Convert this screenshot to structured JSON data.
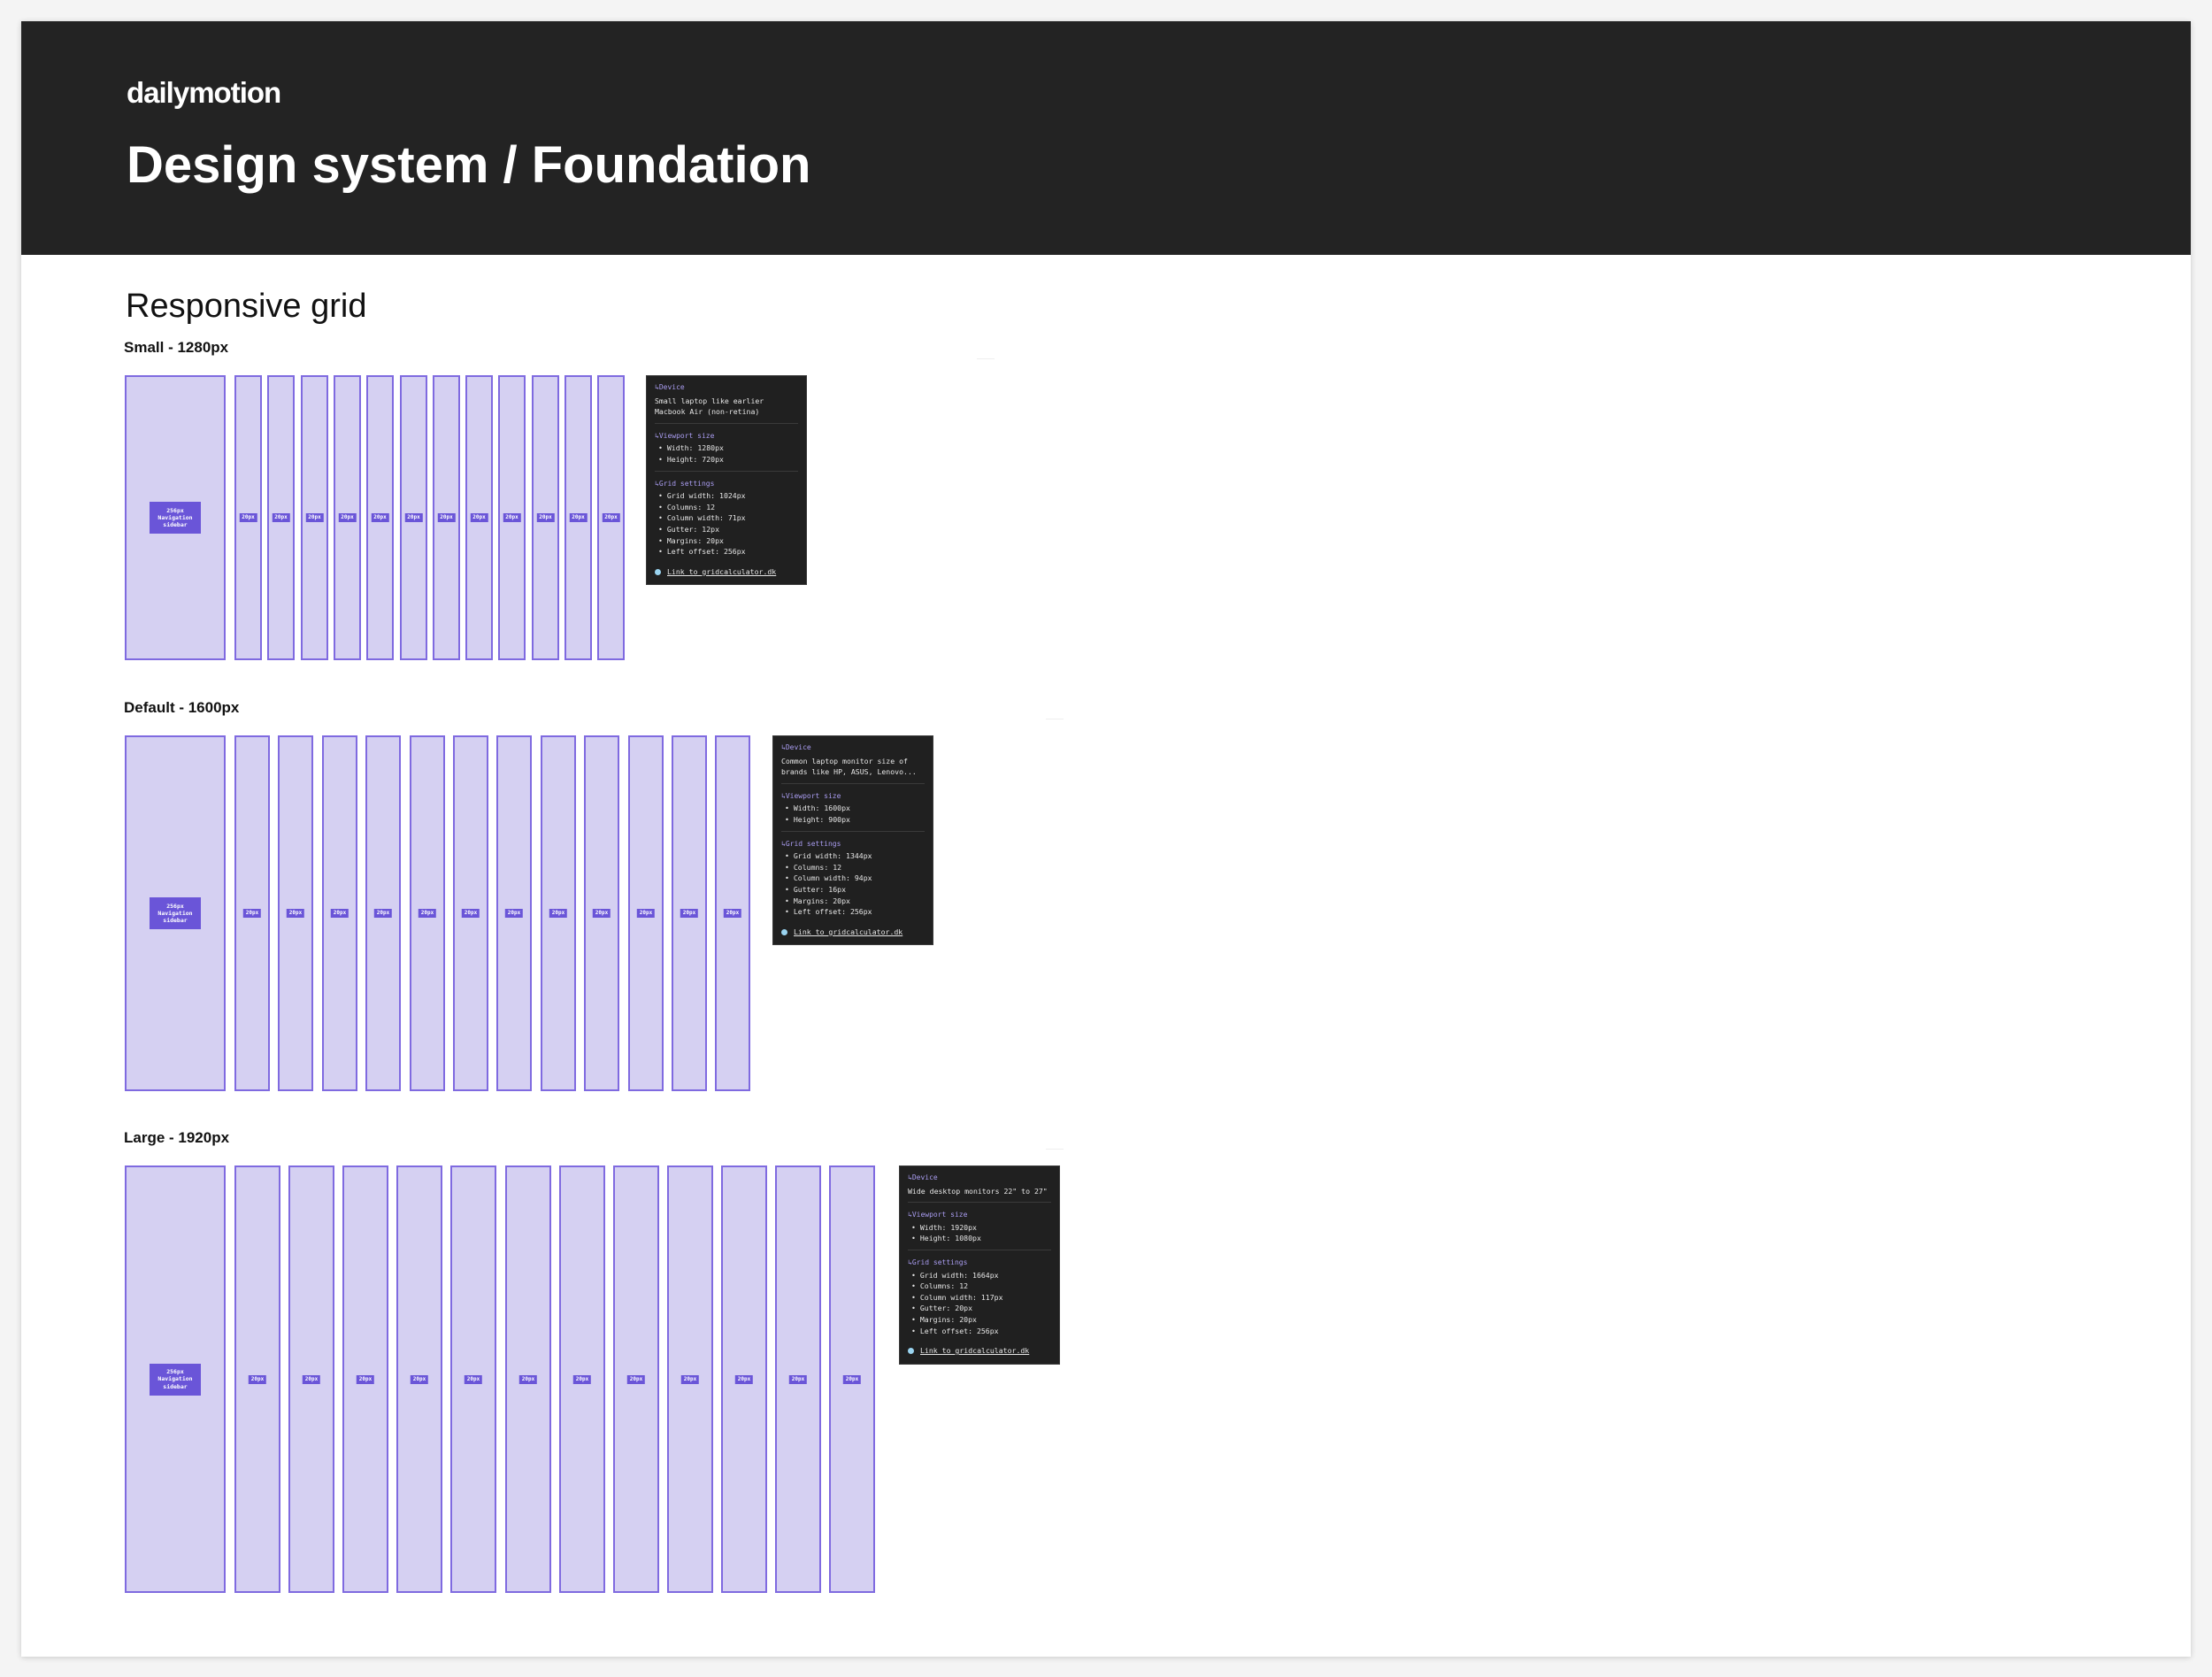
{
  "header": {
    "logo": "dailymotion",
    "title": "Design system / Foundation"
  },
  "section_title": "Responsive grid",
  "colors": {
    "header_bg": "#232323",
    "column_fill": "#d5d0f2",
    "column_border": "#7f6ae0",
    "tag_bg": "#6a55d8",
    "panel_bg": "#202020",
    "panel_heading": "#a99cf0"
  },
  "breakpoints": [
    {
      "title": "Small - 1280px",
      "sidebar_tag": "256px\nNavigation\nsidebar",
      "column_tag": "20px",
      "panel": {
        "device_heading": "↳Device",
        "device_text": "Small laptop like earlier Macbook Air (non-retina)",
        "viewport_heading": "↳Viewport size",
        "viewport_items": [
          "Width: 1280px",
          "Height: 720px"
        ],
        "grid_heading": "↳Grid settings",
        "grid_items": [
          "Grid width: 1024px",
          "Columns: 12",
          "Column width: 71px",
          "Gutter: 12px",
          "Margins: 20px",
          "Left offset: 256px"
        ],
        "link_icon": "globe-icon",
        "link_label": "Link to gridcalculator.dk"
      }
    },
    {
      "title": "Default - 1600px",
      "sidebar_tag": "256px\nNavigation\nsidebar",
      "column_tag": "20px",
      "panel": {
        "device_heading": "↳Device",
        "device_text": "Common laptop monitor size of brands like HP, ASUS, Lenovo...",
        "viewport_heading": "↳Viewport size",
        "viewport_items": [
          "Width: 1600px",
          "Height: 900px"
        ],
        "grid_heading": "↳Grid settings",
        "grid_items": [
          "Grid width: 1344px",
          "Columns: 12",
          "Column width: 94px",
          "Gutter: 16px",
          "Margins: 20px",
          "Left offset: 256px"
        ],
        "link_icon": "globe-icon",
        "link_label": "Link to gridcalculator.dk"
      }
    },
    {
      "title": "Large - 1920px",
      "sidebar_tag": "256px\nNavigation\nsidebar",
      "column_tag": "20px",
      "panel": {
        "device_heading": "↳Device",
        "device_text": "Wide desktop monitors 22\" to 27\"",
        "viewport_heading": "↳Viewport size",
        "viewport_items": [
          "Width: 1920px",
          "Height: 1080px"
        ],
        "grid_heading": "↳Grid settings",
        "grid_items": [
          "Grid width: 1664px",
          "Columns: 12",
          "Column width: 117px",
          "Gutter: 20px",
          "Margins: 20px",
          "Left offset: 256px"
        ],
        "link_icon": "globe-icon",
        "link_label": "Link to gridcalculator.dk"
      }
    }
  ]
}
